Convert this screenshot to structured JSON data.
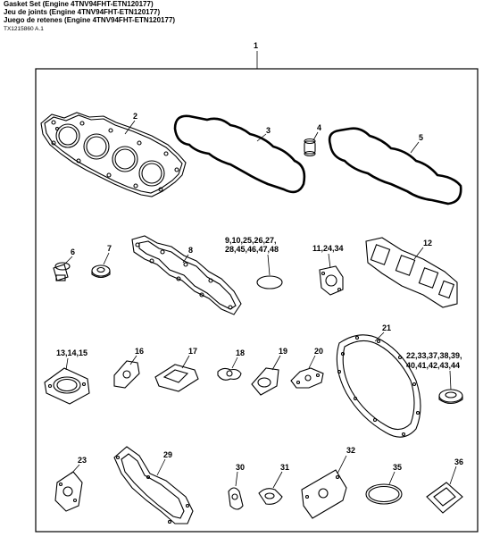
{
  "header": {
    "title_en": "Gasket Set (Engine 4TNV94FHT-ETN120177)",
    "title_fr": "Jeu de joints (Engine 4TNV94FHT-ETN120177)",
    "title_es": "Juego de retenes (Engine 4TNV94FHT-ETN120177)",
    "ref_code": "TX1215860 A.1"
  },
  "callouts": {
    "set": "1",
    "c2": "2",
    "c3": "3",
    "c4": "4",
    "c5": "5",
    "c6": "6",
    "c7": "7",
    "c8": "8",
    "c9_line1": "9,10,25,26,27,",
    "c9_line2": "28,45,46,47,48",
    "c11": "11,24,34",
    "c12": "12",
    "c13": "13,14,15",
    "c16": "16",
    "c17": "17",
    "c18": "18",
    "c19": "19",
    "c20": "20",
    "c21": "21",
    "c22_line1": "22,33,37,38,39,",
    "c22_line2": "40,41,42,43,44",
    "c23": "23",
    "c29": "29",
    "c30": "30",
    "c31": "31",
    "c32": "32",
    "c35": "35",
    "c36": "36"
  }
}
